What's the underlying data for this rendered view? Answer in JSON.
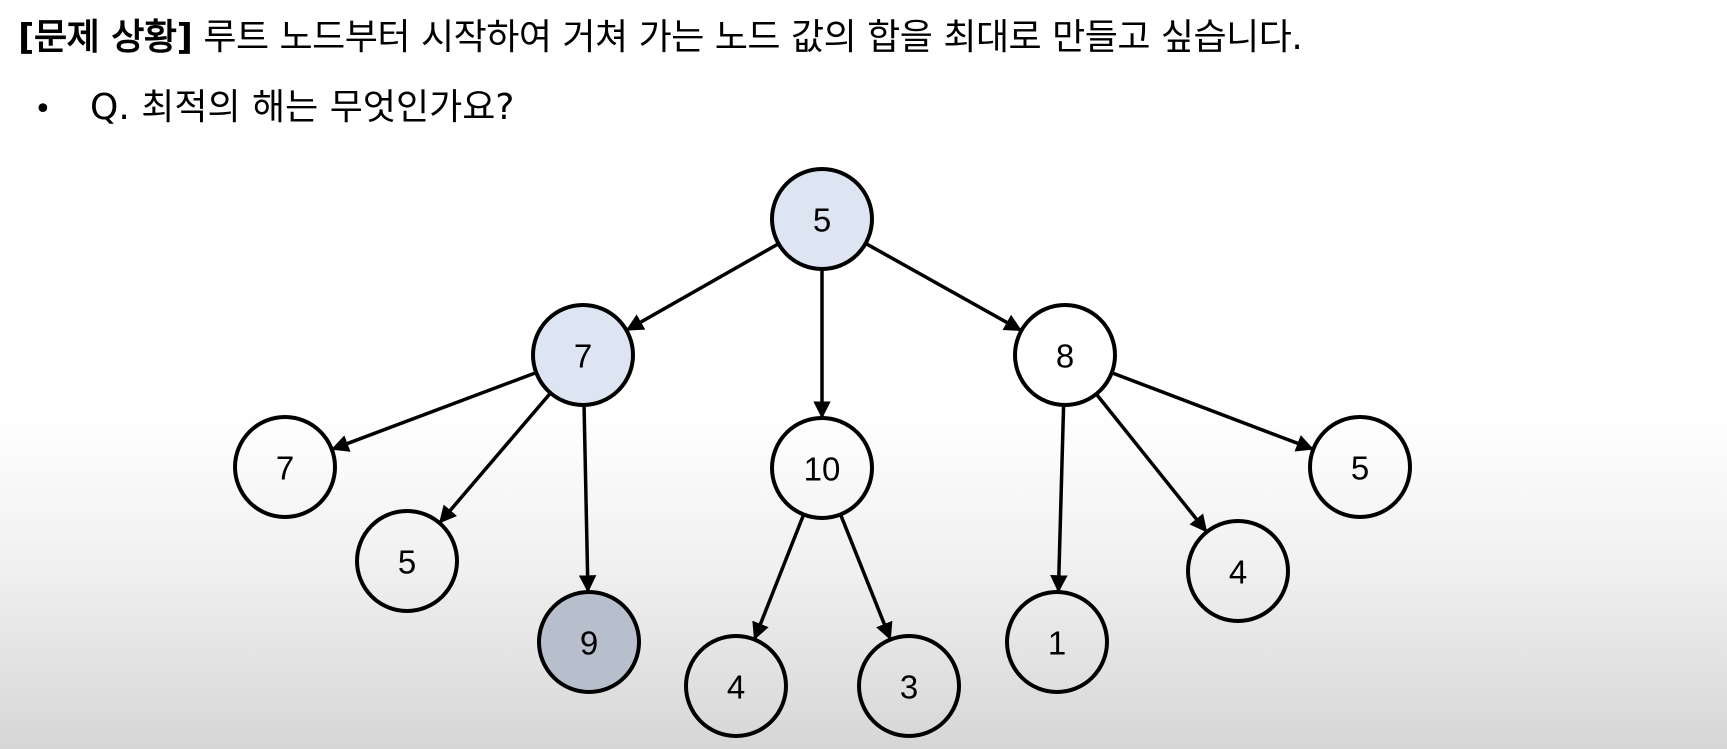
{
  "heading": {
    "tag": "[문제 상황]",
    "text": "루트 노드부터 시작하여 거쳐 가는 노드 값의 합을 최대로 만들고 싶습니다."
  },
  "question": {
    "bullet": "•",
    "text": "Q. 최적의 해는 무엇인가요?"
  },
  "colors": {
    "path_fill": "#dce5f1",
    "leaf_highlight": "#b7bfcc",
    "edge": "#000000"
  },
  "tree": {
    "nodes": [
      {
        "id": "root",
        "value": "5",
        "state": "path"
      },
      {
        "id": "n7",
        "value": "7",
        "state": "path"
      },
      {
        "id": "n10",
        "value": "10",
        "state": "normal"
      },
      {
        "id": "n8",
        "value": "8",
        "state": "normal"
      },
      {
        "id": "n7a",
        "value": "7",
        "state": "normal"
      },
      {
        "id": "n5a",
        "value": "5",
        "state": "normal"
      },
      {
        "id": "n9",
        "value": "9",
        "state": "end"
      },
      {
        "id": "n4a",
        "value": "4",
        "state": "normal"
      },
      {
        "id": "n3",
        "value": "3",
        "state": "normal"
      },
      {
        "id": "n1",
        "value": "1",
        "state": "normal"
      },
      {
        "id": "n4b",
        "value": "4",
        "state": "normal"
      },
      {
        "id": "n5b",
        "value": "5",
        "state": "normal"
      }
    ],
    "edges": [
      {
        "from": "root",
        "to": "n7"
      },
      {
        "from": "root",
        "to": "n10"
      },
      {
        "from": "root",
        "to": "n8"
      },
      {
        "from": "n7",
        "to": "n7a"
      },
      {
        "from": "n7",
        "to": "n5a"
      },
      {
        "from": "n7",
        "to": "n9"
      },
      {
        "from": "n10",
        "to": "n4a"
      },
      {
        "from": "n10",
        "to": "n3"
      },
      {
        "from": "n8",
        "to": "n1"
      },
      {
        "from": "n8",
        "to": "n4b"
      },
      {
        "from": "n8",
        "to": "n5b"
      }
    ]
  }
}
